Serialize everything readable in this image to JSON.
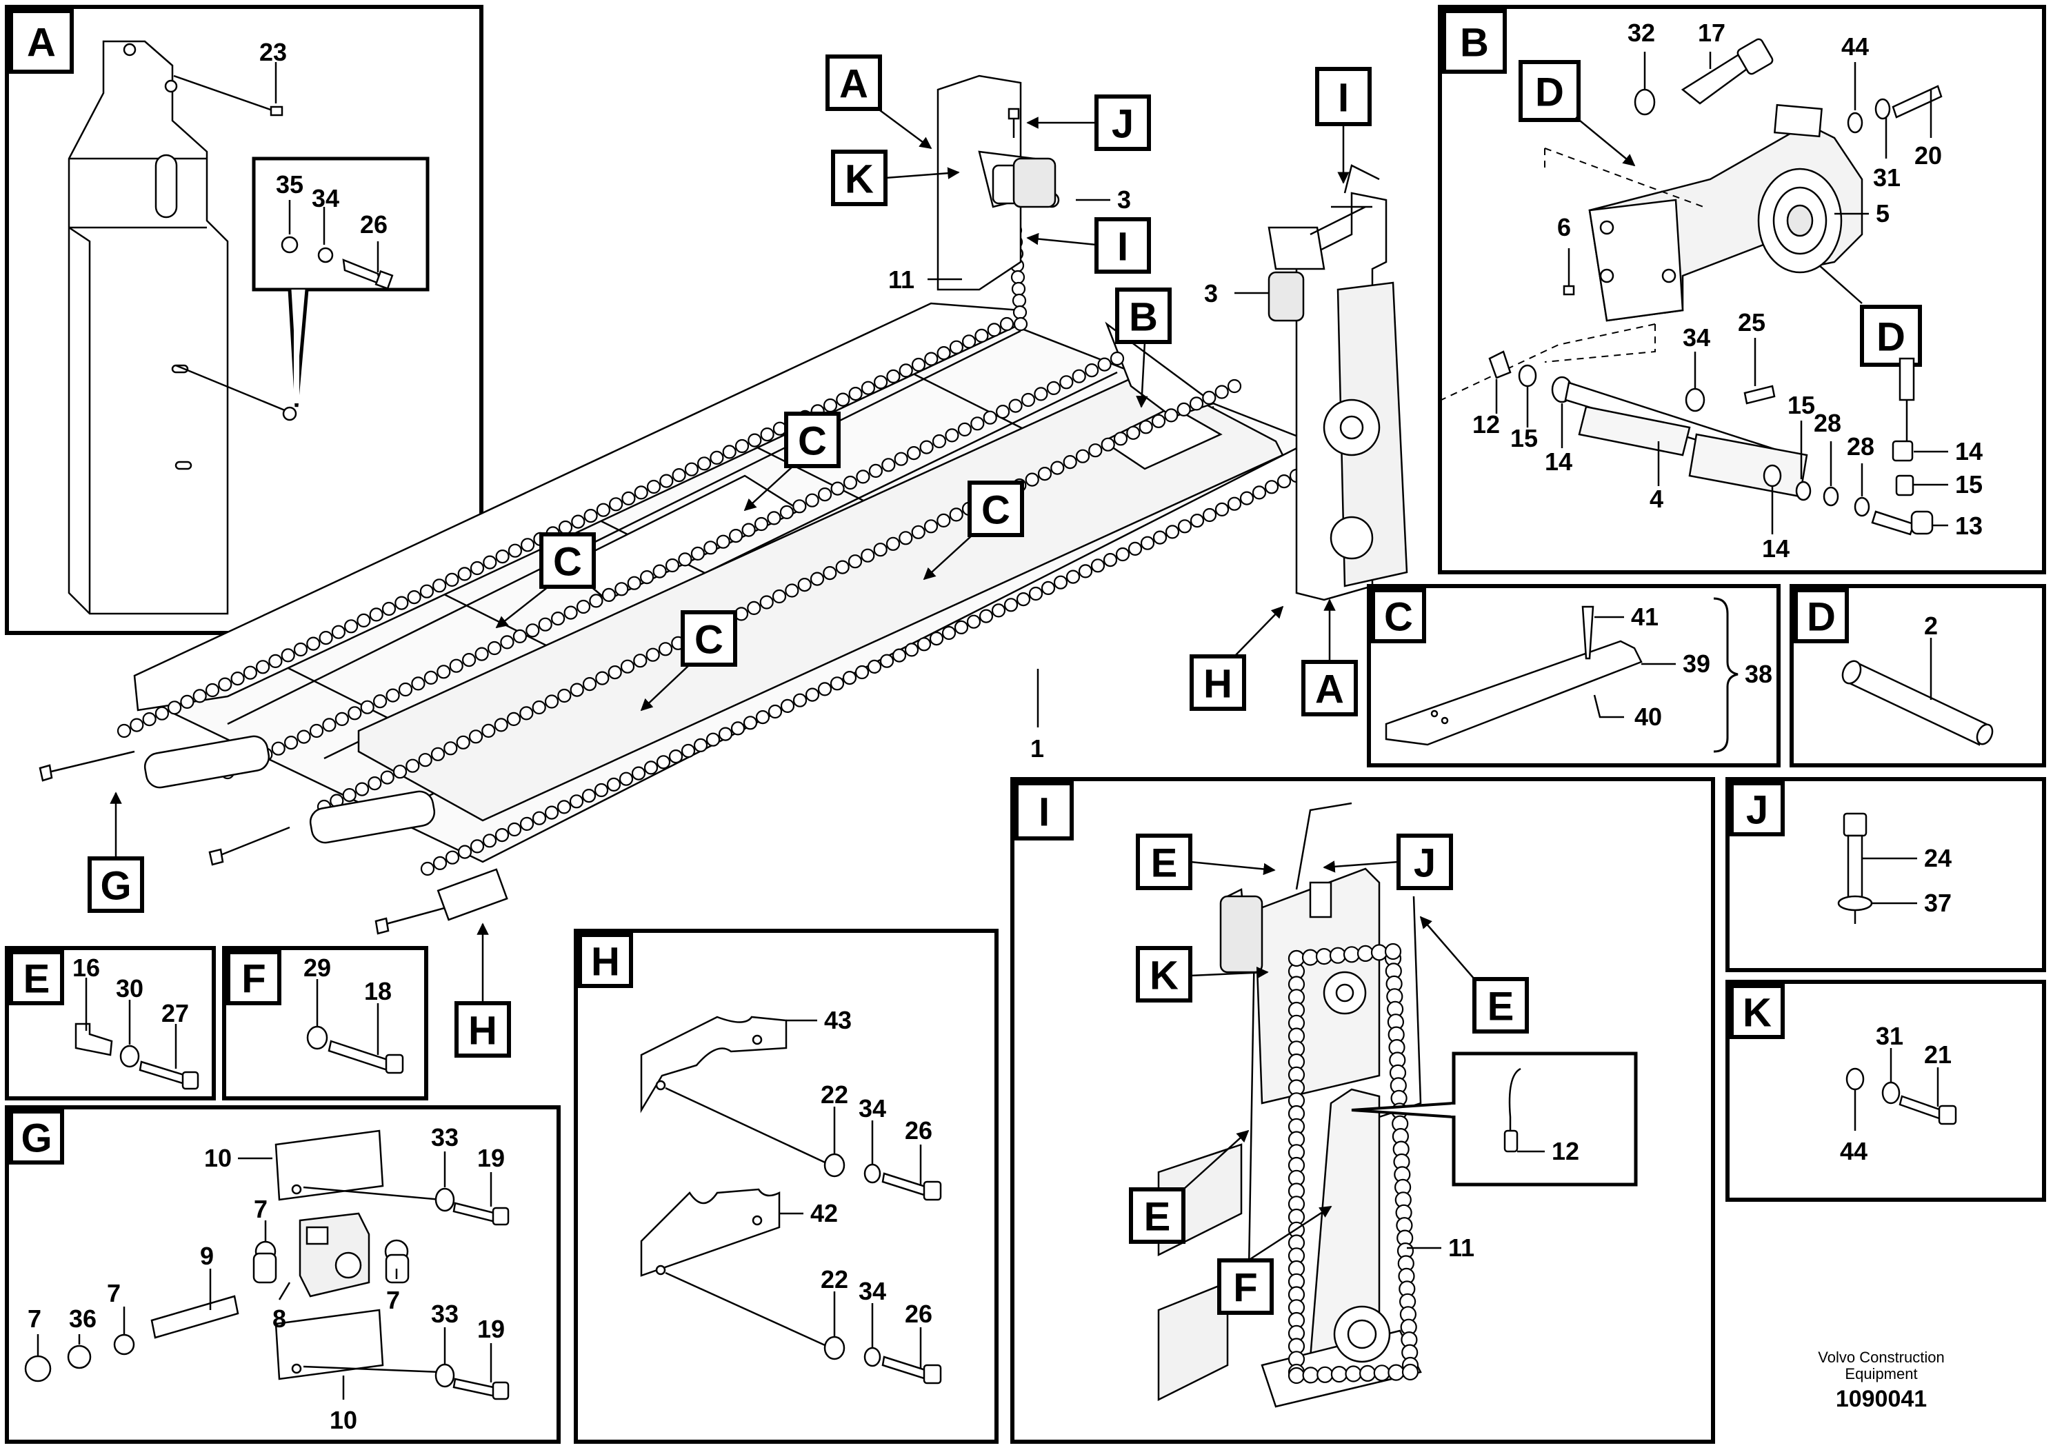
{
  "panels": {
    "A": {
      "tag": "A",
      "callouts": [
        "23",
        "35",
        "34",
        "26"
      ]
    },
    "B": {
      "tag": "B",
      "subtags": [
        "D",
        "D"
      ],
      "callouts": [
        "32",
        "17",
        "44",
        "31",
        "20",
        "5",
        "6",
        "34",
        "25",
        "12",
        "15",
        "14",
        "4",
        "15",
        "28",
        "28",
        "14",
        "14",
        "15",
        "13"
      ]
    },
    "C": {
      "tag": "C",
      "callouts": [
        "41",
        "39",
        "38",
        "40"
      ]
    },
    "D": {
      "tag": "D",
      "callouts": [
        "2"
      ]
    },
    "E": {
      "tag": "E",
      "callouts": [
        "16",
        "30",
        "27"
      ]
    },
    "F": {
      "tag": "F",
      "callouts": [
        "29",
        "18"
      ]
    },
    "G": {
      "tag": "G",
      "callouts": [
        "33",
        "19",
        "10",
        "7",
        "9",
        "7",
        "7",
        "36",
        "7",
        "8",
        "33",
        "19",
        "10"
      ]
    },
    "H": {
      "tag": "H",
      "callouts": [
        "43",
        "22",
        "34",
        "26",
        "42",
        "22",
        "34",
        "26"
      ]
    },
    "I": {
      "tag": "I",
      "subtags": [
        "E",
        "J",
        "K",
        "E",
        "E",
        "F"
      ],
      "callouts": [
        "12",
        "11"
      ]
    },
    "J": {
      "tag": "J",
      "callouts": [
        "24",
        "37"
      ]
    },
    "K": {
      "tag": "K",
      "callouts": [
        "31",
        "21",
        "44"
      ]
    }
  },
  "main": {
    "tags": [
      "A",
      "J",
      "K",
      "I",
      "I",
      "B",
      "C",
      "C",
      "C",
      "C",
      "H",
      "A",
      "G",
      "H"
    ],
    "callouts": [
      "3",
      "11",
      "3",
      "1"
    ]
  },
  "footer": {
    "brand_line1": "Volvo Construction",
    "brand_line2": "Equipment",
    "drawing_number": "1090041"
  }
}
